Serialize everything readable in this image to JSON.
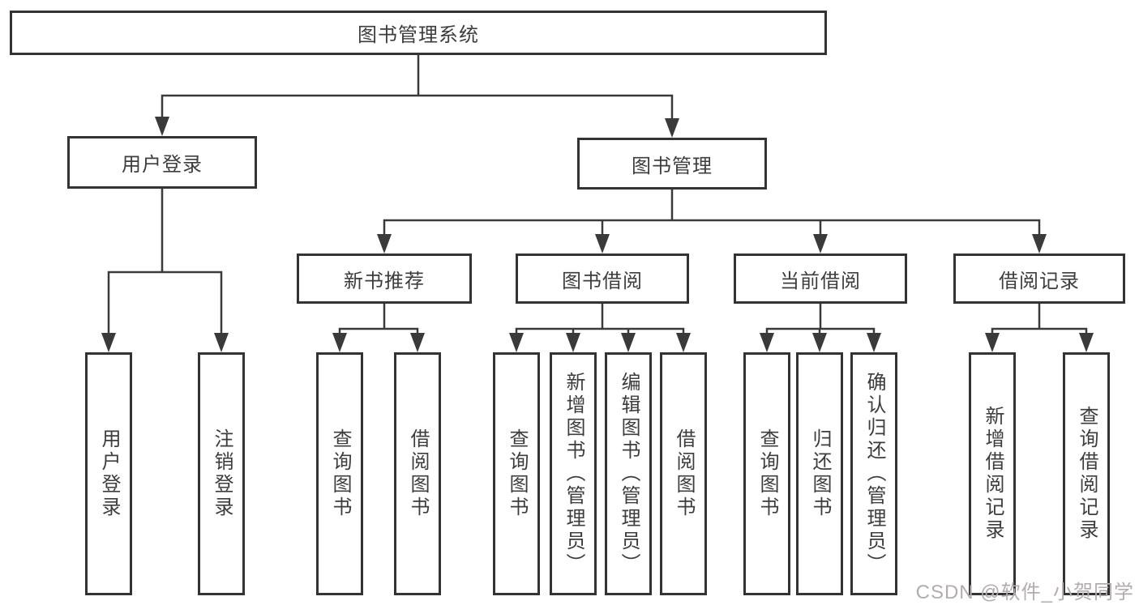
{
  "diagram_title": "图书管理系统",
  "colors": {
    "box_border": "#333333",
    "line": "#3a3a3a",
    "text": "#3d3d3d",
    "background": "#ffffff",
    "watermark": "#b4acac"
  },
  "tree": {
    "root": {
      "label": "图书管理系统",
      "children": [
        {
          "label": "用户登录",
          "children": [
            {
              "label": "用户登录"
            },
            {
              "label": "注销登录"
            }
          ]
        },
        {
          "label": "图书管理",
          "children": [
            {
              "label": "新书推荐",
              "children": [
                {
                  "label": "查询图书"
                },
                {
                  "label": "借阅图书"
                }
              ]
            },
            {
              "label": "图书借阅",
              "children": [
                {
                  "label": "查询图书"
                },
                {
                  "label": "新增图书（管理员）"
                },
                {
                  "label": "编辑图书（管理员）"
                },
                {
                  "label": "借阅图书"
                }
              ]
            },
            {
              "label": "当前借阅",
              "children": [
                {
                  "label": "查询图书"
                },
                {
                  "label": "归还图书"
                },
                {
                  "label": "确认归还（管理员）"
                }
              ]
            },
            {
              "label": "借阅记录",
              "children": [
                {
                  "label": "新增借阅记录"
                },
                {
                  "label": "查询借阅记录"
                }
              ]
            }
          ]
        }
      ]
    }
  },
  "watermark": {
    "text": "CSDN @软件_小贺同学"
  }
}
